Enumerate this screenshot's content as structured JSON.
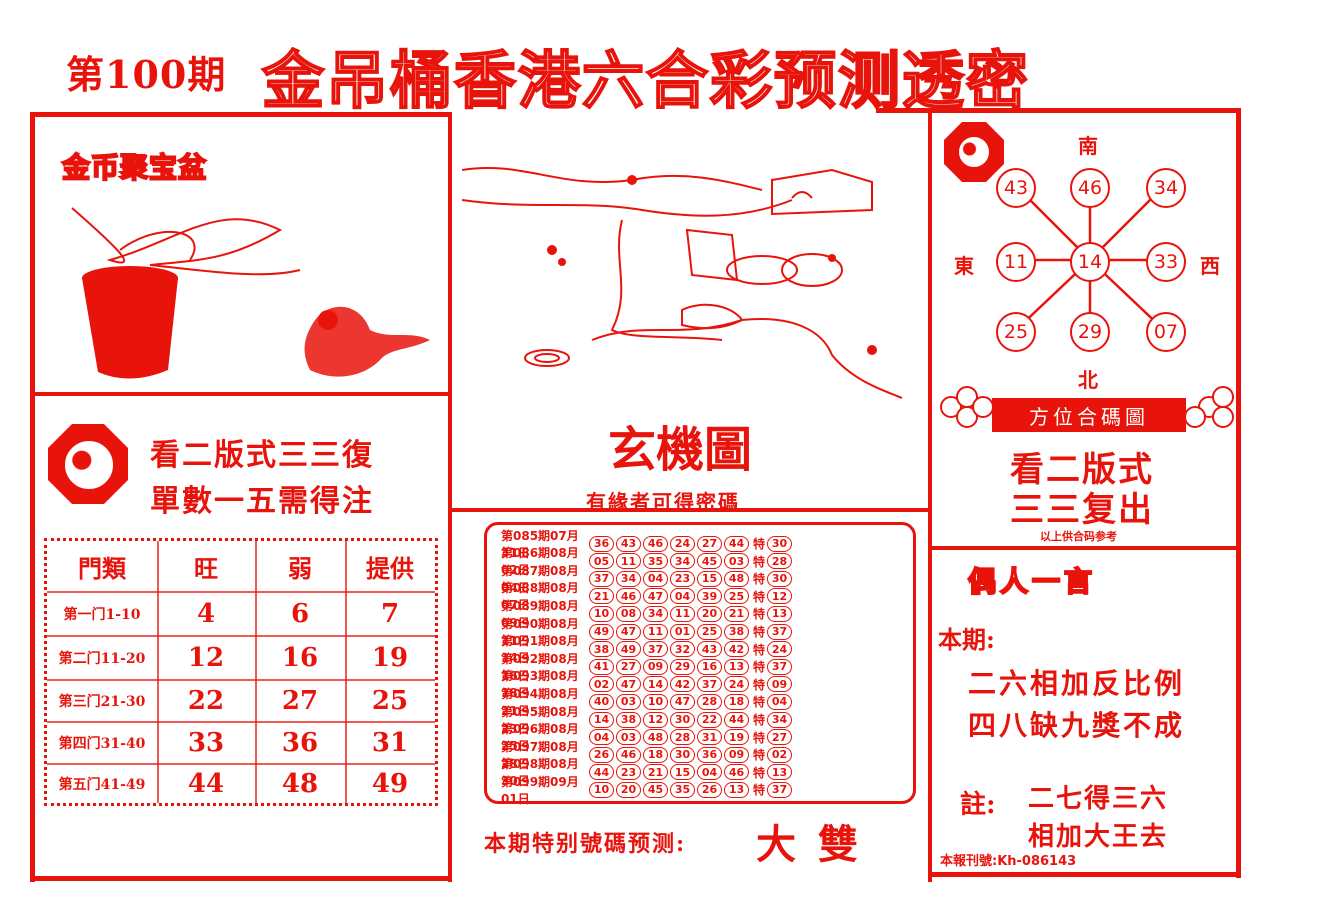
{
  "header": {
    "issue": "第100期",
    "title": "金吊桶香港六合彩预测透密"
  },
  "left_top": {
    "title": "金币聚宝盆"
  },
  "left_mid": {
    "line1": "看二版式三三復",
    "line2": "單數一五需得注"
  },
  "grid": {
    "headers": [
      "門類",
      "旺",
      "弱",
      "提供"
    ],
    "rows": [
      {
        "label": "第一门1-10",
        "wang": "4",
        "ruo": "6",
        "tigong": "7"
      },
      {
        "label": "第二门11-20",
        "wang": "12",
        "ruo": "16",
        "tigong": "19"
      },
      {
        "label": "第三门21-30",
        "wang": "22",
        "ruo": "27",
        "tigong": "25"
      },
      {
        "label": "第四门31-40",
        "wang": "33",
        "ruo": "36",
        "tigong": "31"
      },
      {
        "label": "第五门41-49",
        "wang": "44",
        "ruo": "48",
        "tigong": "49"
      }
    ]
  },
  "center": {
    "xuanji_title": "玄機圖",
    "caption": "有緣者可得密碼",
    "prediction_label": "本期特别號碼预测:",
    "prediction_value": "大 雙"
  },
  "history": [
    {
      "label": "第085期07月31日",
      "balls": [
        "36",
        "43",
        "46",
        "24",
        "27",
        "44"
      ],
      "special": "30"
    },
    {
      "label": "第086期08月02日",
      "balls": [
        "05",
        "11",
        "35",
        "34",
        "45",
        "03"
      ],
      "special": "28"
    },
    {
      "label": "第087期08月04日",
      "balls": [
        "37",
        "34",
        "04",
        "23",
        "15",
        "48"
      ],
      "special": "30"
    },
    {
      "label": "第088期08月07日",
      "balls": [
        "21",
        "46",
        "47",
        "04",
        "39",
        "25"
      ],
      "special": "12"
    },
    {
      "label": "第089期08月09日",
      "balls": [
        "10",
        "08",
        "34",
        "11",
        "20",
        "21"
      ],
      "special": "13"
    },
    {
      "label": "第090期08月11日",
      "balls": [
        "49",
        "47",
        "11",
        "01",
        "25",
        "38"
      ],
      "special": "37"
    },
    {
      "label": "第091期08月14日",
      "balls": [
        "38",
        "49",
        "37",
        "32",
        "43",
        "42"
      ],
      "special": "24"
    },
    {
      "label": "第092期08月16日",
      "balls": [
        "41",
        "27",
        "09",
        "29",
        "16",
        "13"
      ],
      "special": "37"
    },
    {
      "label": "第093期08月18日",
      "balls": [
        "02",
        "47",
        "14",
        "42",
        "37",
        "24"
      ],
      "special": "09"
    },
    {
      "label": "第094期08月21日",
      "balls": [
        "40",
        "03",
        "10",
        "47",
        "28",
        "18"
      ],
      "special": "04"
    },
    {
      "label": "第095期08月23日",
      "balls": [
        "14",
        "38",
        "12",
        "30",
        "22",
        "44"
      ],
      "special": "34"
    },
    {
      "label": "第096期08月25日",
      "balls": [
        "04",
        "03",
        "48",
        "28",
        "31",
        "19"
      ],
      "special": "27"
    },
    {
      "label": "第097期08月28日",
      "balls": [
        "26",
        "46",
        "18",
        "30",
        "36",
        "09"
      ],
      "special": "02"
    },
    {
      "label": "第098期08月30日",
      "balls": [
        "44",
        "23",
        "21",
        "15",
        "04",
        "46"
      ],
      "special": "13"
    },
    {
      "label": "第099期09月01日",
      "balls": [
        "10",
        "20",
        "45",
        "35",
        "26",
        "13"
      ],
      "special": "37"
    }
  ],
  "history_te": "特",
  "compass": {
    "south": "南",
    "north": "北",
    "east": "東",
    "west": "西",
    "center": "14",
    "nw": "43",
    "n": "46",
    "ne": "34",
    "w": "11",
    "e": "33",
    "sw": "25",
    "s": "29",
    "se": "07",
    "banner": "方位合碼圖",
    "line1": "看二版式",
    "line2": "三三复出",
    "note": "以上供合码参考"
  },
  "right_bottom": {
    "title": "偶人一言",
    "benqi": "本期:",
    "line1": "二六相加反比例",
    "line2": "四八缺九獎不成",
    "zhu": "註:",
    "zhu1": "二七得三六",
    "zhu2": "相加大王去",
    "phone": "本報刊號:Kh-086143"
  },
  "colors": {
    "accent": "#e8140c",
    "background": "#ffffff"
  }
}
